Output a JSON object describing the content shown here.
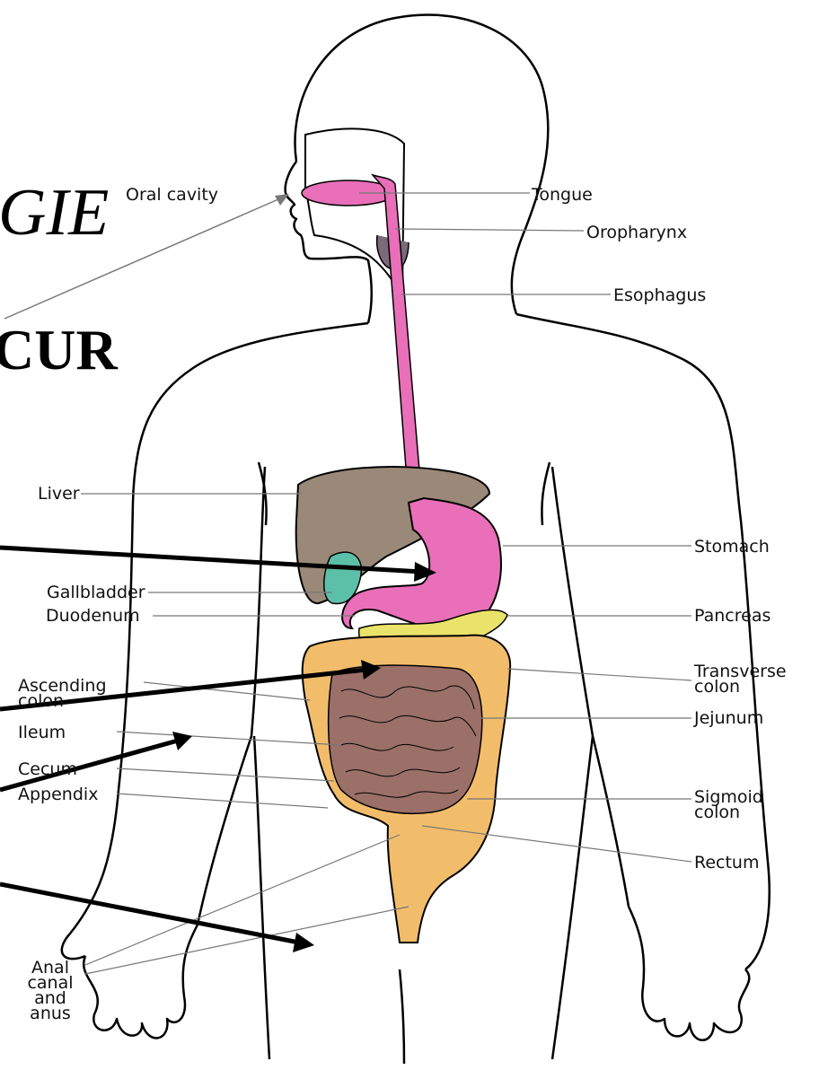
{
  "heading": {
    "top_fragment": "GIE",
    "bottom_fragment": "CUR"
  },
  "labels": {
    "oral_cavity": "Oral cavity",
    "tongue": "Tongue",
    "oropharynx": "Oropharynx",
    "esophagus": "Esophagus",
    "liver": "Liver",
    "stomach": "Stomach",
    "gallbladder": "Gallbladder",
    "duodenum": "Duodenum",
    "pancreas": "Pancreas",
    "ascending_colon": "Ascending\ncolon",
    "transverse_colon": "Transverse\ncolon",
    "ileum": "Ileum",
    "jejunum": "Jejunum",
    "cecum": "Cecum",
    "appendix": "Appendix",
    "sigmoid_colon": "Sigmoid\ncolon",
    "rectum": "Rectum",
    "anal_canal": "Anal\ncanal\nand\nanus"
  },
  "colors": {
    "outline": "#000000",
    "esophagus_stomach": "#e86fb8",
    "liver": "#9a8878",
    "gallbladder": "#5cc0a8",
    "pancreas": "#e9e36a",
    "large_intestine": "#f2bd6a",
    "small_intestine": "#9a7068",
    "leader_line": "#777777"
  }
}
